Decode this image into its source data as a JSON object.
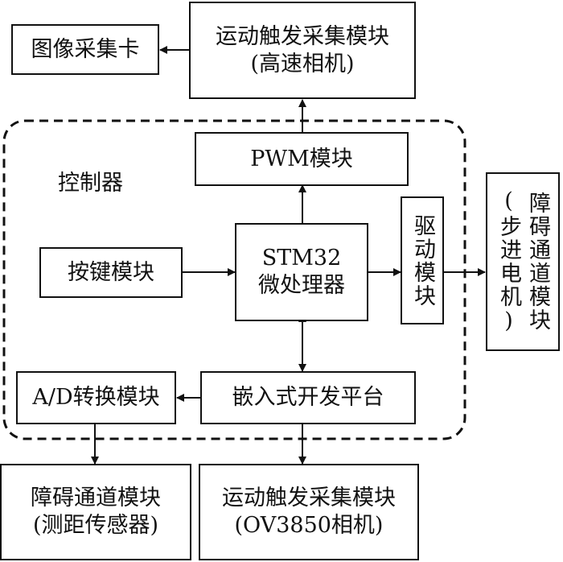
{
  "blocks": {
    "image_card": "图像采集卡",
    "trigger_high": {
      "line1": "运动触发采集模块",
      "line2": "(高速相机)"
    },
    "controller_label": "控制器",
    "pwm": "PWM模块",
    "keys": "按键模块",
    "mcu": {
      "line1": "STM32",
      "line2": "微处理器"
    },
    "driver": "驱动模块",
    "obstacle_motor": {
      "line1": "障碍通道模块",
      "line2": "(步进电机)"
    },
    "adc": "A/D转换模块",
    "embedded": "嵌入式开发平台",
    "obstacle_sensor": {
      "line1": "障碍通道模块",
      "line2": "(测距传感器)"
    },
    "trigger_ov": {
      "line1": "运动触发采集模块",
      "line2": "(OV3850相机)"
    }
  },
  "colors": {
    "stroke": "#111111",
    "background": "#ffffff"
  }
}
